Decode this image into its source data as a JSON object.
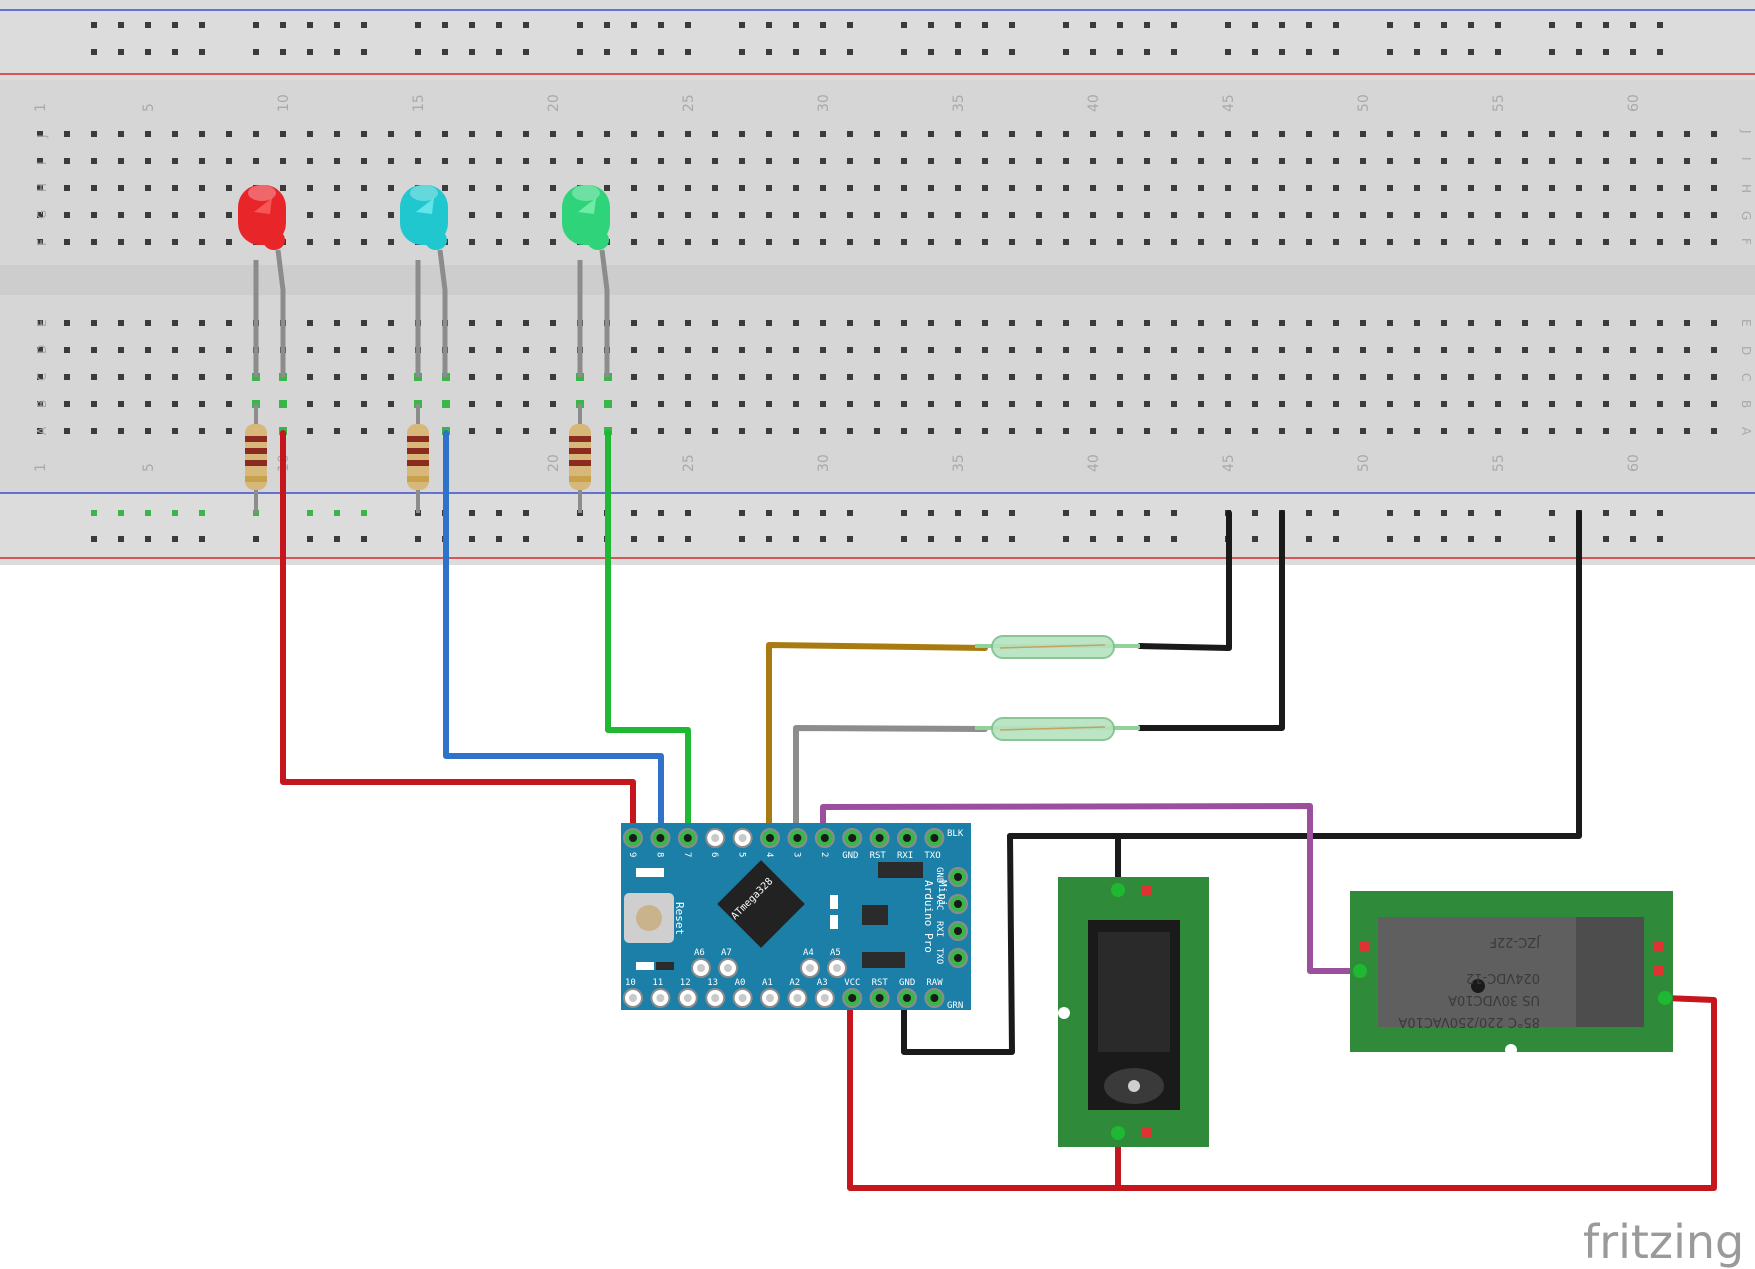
{
  "breadboard": {
    "column_labels": [
      "1",
      "5",
      "10",
      "15",
      "20",
      "25",
      "30",
      "35",
      "40",
      "45",
      "50",
      "55",
      "60"
    ],
    "top_row_letters": [
      "J",
      "I",
      "H",
      "G",
      "F"
    ],
    "bottom_row_letters": [
      "E",
      "D",
      "C",
      "B",
      "A"
    ]
  },
  "arduino": {
    "top_pins": [
      "9",
      "8",
      "7",
      "6",
      "5",
      "4",
      "3",
      "2",
      "GND",
      "RST",
      "RXI",
      "TXO"
    ],
    "top_right_label": "BLK",
    "bottom_pins": [
      "10",
      "11",
      "12",
      "13",
      "A0",
      "A1",
      "A2",
      "A3",
      "VCC",
      "RST",
      "GND",
      "RAW"
    ],
    "bottom_right_label": "GRN",
    "right_pins": [
      "GND",
      "VCC",
      "RXI",
      "TXO"
    ],
    "chip_label": "ATmega328",
    "reset_label": "Reset",
    "board_title": [
      "Mini",
      "Arduino Pro"
    ],
    "analog_top": [
      "A6",
      "A7"
    ],
    "analog_mid": [
      "A4",
      "A5"
    ]
  },
  "relay": {
    "line1": "85°C  220/250VAC10A",
    "line2": "US     30VDC10A",
    "line3": "024VDC-12",
    "line4": "JZC-22F"
  },
  "logo": {
    "text": "fritzing"
  },
  "colors": {
    "breadboard": "#d9d9d9",
    "rail_blue": "#3b4fd1",
    "rail_red": "#d12a2a",
    "wire_red": "#c4161c",
    "wire_blue": "#2e73c9",
    "wire_green": "#1fb832",
    "wire_brown": "#a97a12",
    "wire_gray": "#8d8d8d",
    "wire_black": "#1a1a1a",
    "wire_purple": "#9b4f9c",
    "arduino_pcb": "#1b7fa8",
    "module_pcb": "#2f8b3a"
  }
}
